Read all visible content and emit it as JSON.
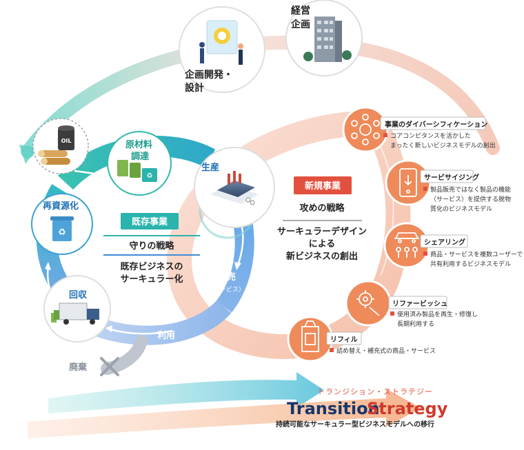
{
  "top": {
    "planning_design": [
      "企画開発・",
      "設計"
    ],
    "management": [
      "経営",
      "企画"
    ]
  },
  "existing": {
    "raw_materials": [
      "原材料",
      "調達"
    ],
    "production": "生産",
    "recycling": "再資源化",
    "collection": "回収",
    "sales": "販売",
    "sales_sub": "（サービス）",
    "use": "利用",
    "disposal": "廃棄",
    "badge": "既存事業",
    "strategy": "守りの戦略",
    "summary": [
      "既存ビジネスの",
      "サーキュラー化"
    ],
    "oil_label": "OIL"
  },
  "new_business": {
    "badge": "新規事業",
    "strategy": "攻めの戦略",
    "summary": [
      "サーキュラーデザイン",
      "による",
      "新ビジネスの創出"
    ]
  },
  "models": [
    {
      "title": "事業のダイバーシフィケーション",
      "desc": [
        "コアコンピタンスを活かした",
        "まったく新しいビジネスモデルの創出"
      ],
      "icon": "network-icon"
    },
    {
      "title": "サービサイジング",
      "desc": [
        "製品販売ではなく製品の機能",
        "（サービス）を提供する脱物",
        "質化のビジネスモデル"
      ],
      "icon": "smartphone-icon"
    },
    {
      "title": "シェアリング",
      "desc": [
        "商品・サービスを複数ユーザーで",
        "共有利用するビジネスモデル"
      ],
      "icon": "car-sharing-icon"
    },
    {
      "title": "リファービッシュ",
      "desc": [
        "使用済み製品を再生・修復し",
        "長期利用する"
      ],
      "icon": "gear-wrench-icon"
    },
    {
      "title": "リフィル",
      "desc": [
        "詰め替え・補充式の商品・サービス"
      ],
      "icon": "refill-pouch-icon"
    }
  ],
  "footer": {
    "kana": "トランジション・ストラテジー",
    "title_a": "Transition",
    "title_b": "Strategy",
    "subtitle": "持続可能なサーキュラー型ビジネスモデルへの移行"
  },
  "colors": {
    "badge_teal": "#2bb3ad",
    "badge_red": "#e2513f",
    "orange": "#ef8a5a",
    "teal": "#2fb9a8",
    "blue": "#3f8ad6",
    "title_navy": "#17366b",
    "title_red": "#cf3a2b"
  }
}
